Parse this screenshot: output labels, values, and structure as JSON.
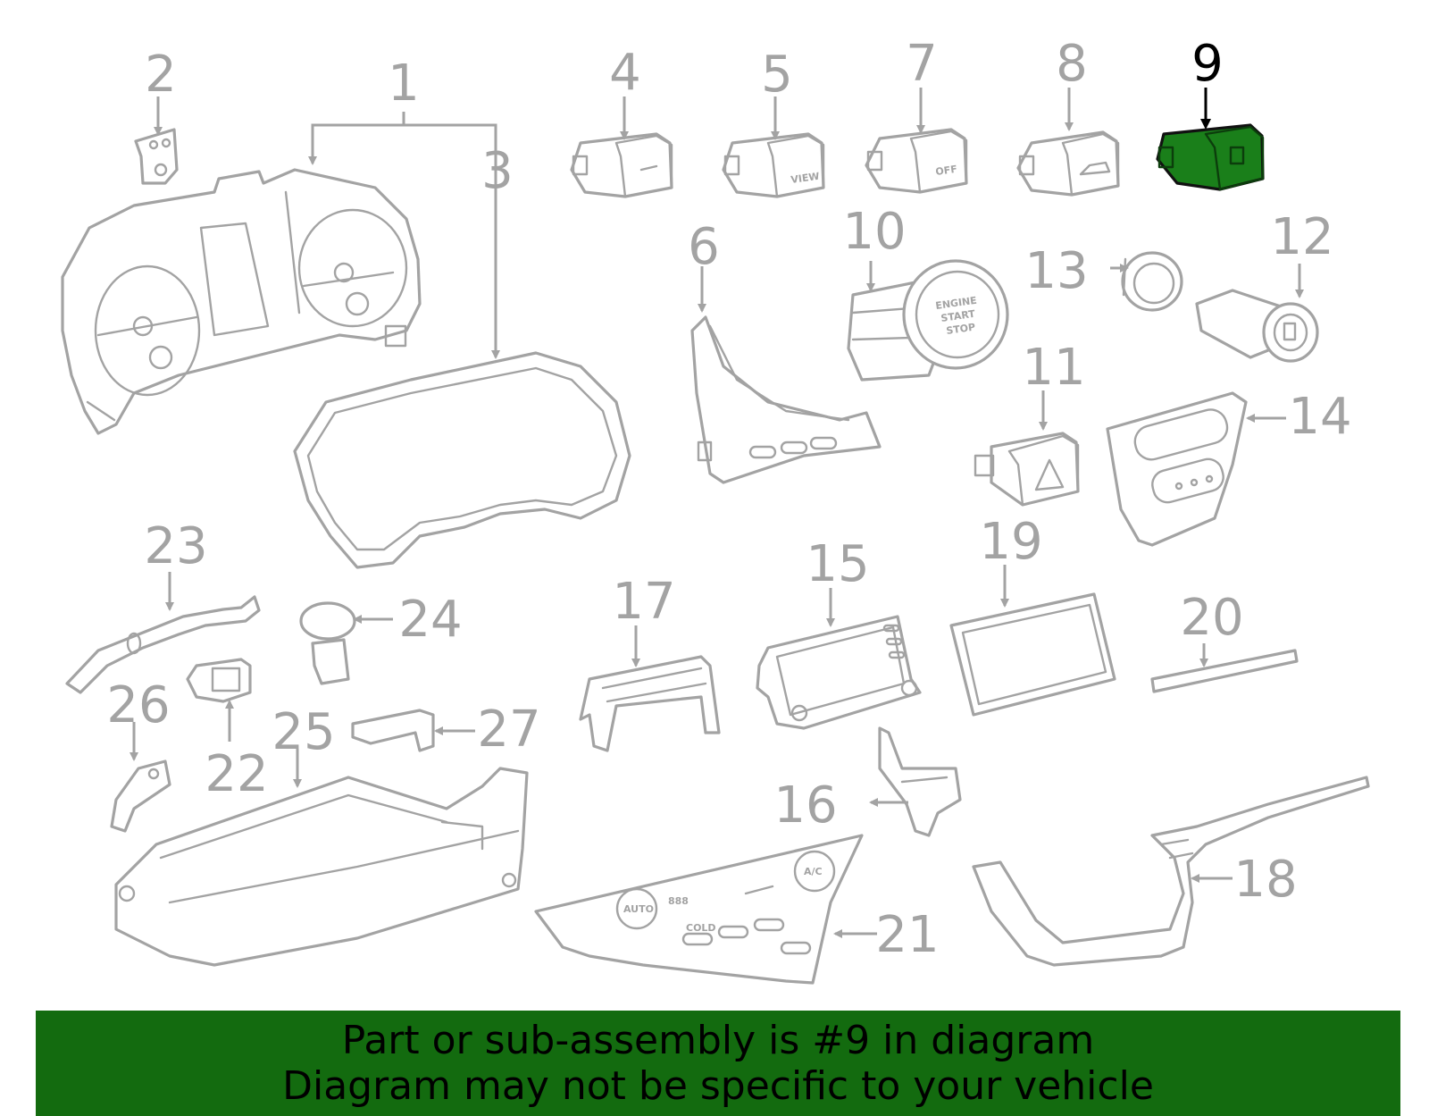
{
  "diagram": {
    "highlighted_callout": "9",
    "highlight_color": "#1a7f1a",
    "line_color": "#a3a3a3",
    "callouts": [
      "1",
      "2",
      "3",
      "4",
      "5",
      "6",
      "7",
      "8",
      "9",
      "10",
      "11",
      "12",
      "13",
      "14",
      "15",
      "16",
      "17",
      "18",
      "19",
      "20",
      "21",
      "22",
      "23",
      "24",
      "25",
      "26",
      "27"
    ],
    "part_labels": {
      "switch_5": "VIEW",
      "switch_7": "OFF",
      "ignition_line1": "ENGINE",
      "ignition_line2": "START",
      "ignition_line3": "STOP",
      "climate_auto_left": "AUTO",
      "climate_auto_right": "A/C",
      "climate_cold": "COLD",
      "climate_display": "888"
    }
  },
  "banner": {
    "line1": "Part or sub-assembly is #9 in diagram",
    "line2": "Diagram may not be specific to your vehicle",
    "background": "#136b0f"
  }
}
